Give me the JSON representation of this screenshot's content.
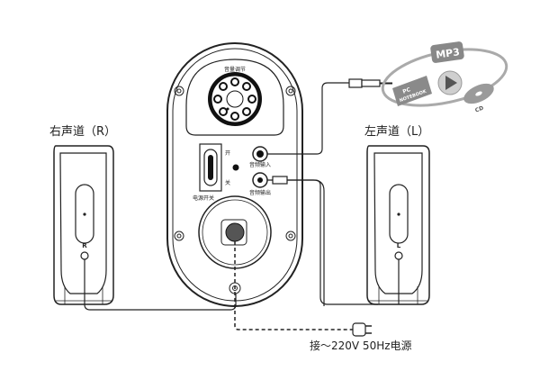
{
  "labels": {
    "right_channel": "右声道（R）",
    "left_channel": "左声道（L）",
    "volume": "音量调节",
    "power_on": "开",
    "power_off": "关",
    "power_switch": "电源开关",
    "audio_in": "音频输入",
    "audio_out": "音频输出",
    "right_mark": "R",
    "left_mark": "L",
    "power_source": "接～220V 50Hz电源"
  },
  "sources": {
    "mp3": "MP3",
    "pc": "PC",
    "notebook": "NOTEBOOK",
    "cd": "CD"
  }
}
